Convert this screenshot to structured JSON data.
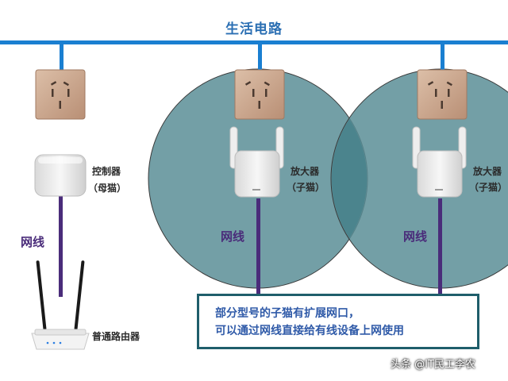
{
  "diagram": {
    "title": "生活电路",
    "master": {
      "label_line1": "控制器",
      "label_line2": "（母猫）"
    },
    "router": {
      "label": "普通路由器"
    },
    "extender_left": {
      "label_line1": "放大器",
      "label_line2": "（子猫）"
    },
    "extender_right": {
      "label_line1": "放大器",
      "label_line2": "（子猫）"
    },
    "cable_labels": [
      "网线",
      "网线",
      "网线"
    ],
    "note": {
      "line1": "部分型号的子猫有扩展网口，",
      "line2": "可以通过网线直接给有线设备上网使用"
    },
    "watermark": "头条 @IT民工李农",
    "colors": {
      "power_line": "#1a7fd1",
      "ethernet": "#4a2c7a",
      "coverage": "#5a8e96",
      "socket": "#c8a48c",
      "note_border": "#1f5e6b",
      "note_text": "#2f5aa8",
      "title": "#2b6fb3"
    }
  }
}
